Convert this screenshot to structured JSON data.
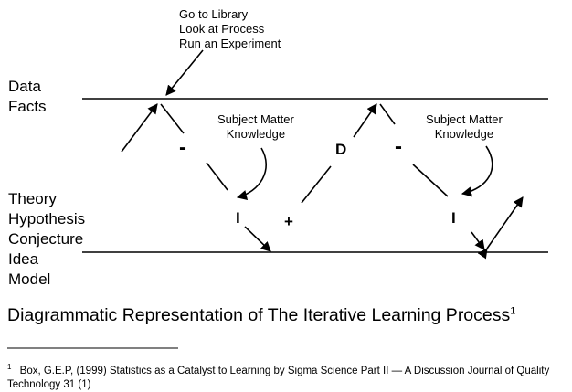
{
  "top_note": [
    "Go to Library",
    "Look at Process",
    "Run an Experiment"
  ],
  "top_labels": [
    "Data",
    "Facts"
  ],
  "bottom_labels": [
    "Theory",
    "Hypothesis",
    "Conjecture",
    "Idea",
    "Model"
  ],
  "smk_left": [
    "Subject Matter",
    "Knowledge"
  ],
  "smk_right": [
    "Subject Matter",
    "Knowledge"
  ],
  "symbols": {
    "minus_left": "-",
    "i_left": "I",
    "plus": "+",
    "d": "D",
    "minus_right": "-",
    "i_right": "I"
  },
  "caption": {
    "text": "Diagrammatic Representation of The Iterative Learning Process",
    "ref": "1"
  },
  "footnote": {
    "ref": "1",
    "text": "Box, G.E.P, (1999) Statistics as a Catalyst to Learning by Sigma Science Part II — A Discussion Journal of Quality Technology 31 (1)"
  }
}
